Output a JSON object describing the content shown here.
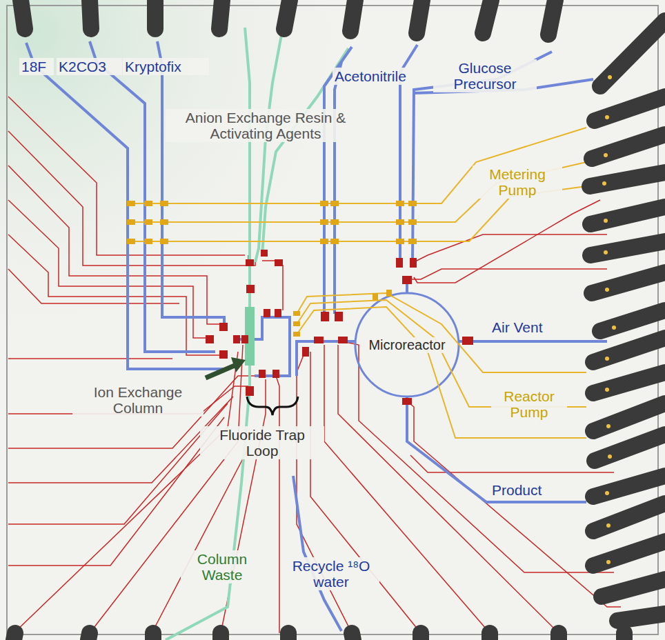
{
  "diagram": {
    "nodes": [
      {
        "text": [
          "Microreactor"
        ]
      }
    ],
    "edges": [],
    "labels": [
      "18F",
      "K2CO3",
      "Kryptofix",
      "Anion Exchange Resin & Activating Agents",
      "Acetonitrile",
      "Glucose Precursor",
      "Metering Pump",
      "Air Vent",
      "Reactor Pump",
      "Product",
      "Ion Exchange Column",
      "Fluoride Trap Loop",
      "Column Waste",
      "Recycle ¹⁸O water"
    ]
  }
}
